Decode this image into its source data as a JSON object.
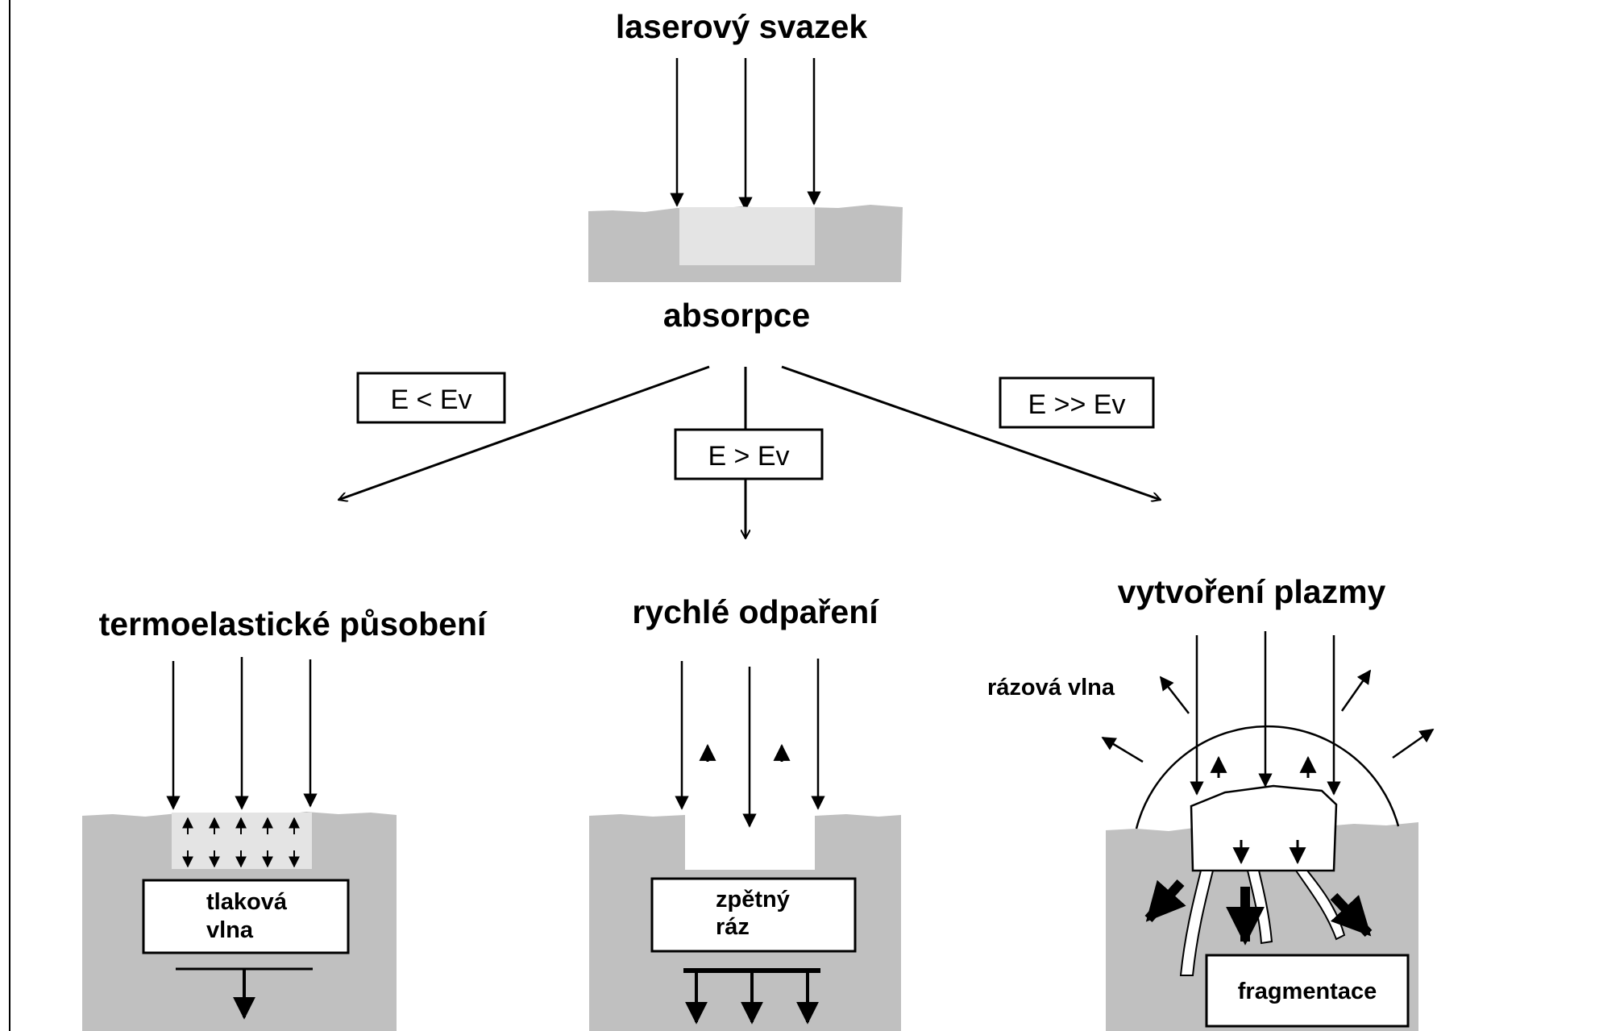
{
  "title": "laserový svazek",
  "absorption_label": "absorpce",
  "conditions": {
    "low": "E < Ev",
    "mid": "E > Ev",
    "high": "E >> Ev"
  },
  "branches": {
    "thermoelastic": {
      "title": "termoelastické působení",
      "box_line1": "tlaková",
      "box_line2": "vlna"
    },
    "evaporation": {
      "title": "rychlé odpaření",
      "box_line1": "zpětný",
      "box_line2": "ráz"
    },
    "plasma": {
      "title": "vytvoření plazmy",
      "shockwave_label": "rázová vlna",
      "box_label": "fragmentace"
    }
  },
  "colors": {
    "material": "#c0c0c0",
    "heated_zone": "#e4e4e4",
    "ink": "#000000",
    "background": "#ffffff"
  }
}
